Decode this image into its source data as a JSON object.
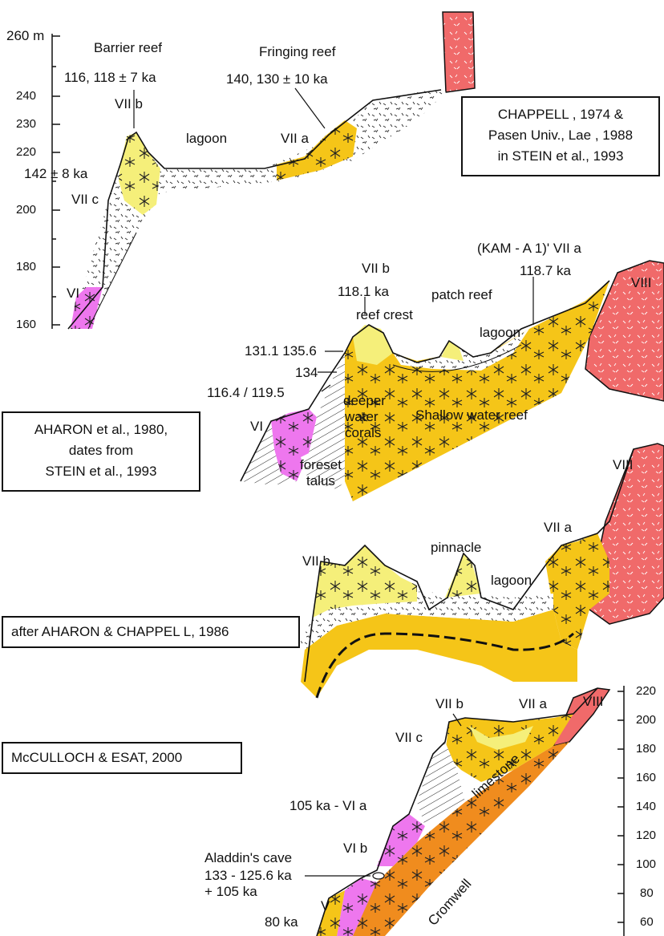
{
  "colors": {
    "yellow_reef": "#f5ef7a",
    "orange_reef": "#f5c518",
    "deep_orange": "#f08c1e",
    "pink_unit": "#ee77ee",
    "red_unit": "#f06a6a",
    "sediment": "#ffffff"
  },
  "panel1": {
    "axis_unit_label": "260 m",
    "axis_ticks": [
      "240",
      "230",
      "220",
      "200",
      "180",
      "160"
    ],
    "barrier_reef": "Barrier reef",
    "barrier_dates": "116,  118 ± 7 ka",
    "fringing_reef": "Fringing  reef",
    "fringing_dates": "140,  130 ± 10  ka",
    "vii_b": "VII b",
    "lagoon": "lagoon",
    "vii_a": "VII a",
    "date_142": "142 ± 8  ka",
    "vii_c": "VII c",
    "vi": "VI",
    "source_line1": "CHAPPELL , 1974 &",
    "source_line2": "Pasen Univ., Lae , 1988",
    "source_line3": "in STEIN  et al., 1993"
  },
  "panel2": {
    "kam": "(KAM - A 1)' VII a",
    "date_118_7": "118.7  ka",
    "vii_b": "VII b",
    "date_118_1": "118.1  ka",
    "reef_crest": "reef crest",
    "patch_reef": "patch reef",
    "viii": "VIII",
    "lagoon": "lagoon",
    "dates_131": "131.1  135.6",
    "date_134": "134",
    "dates_116": "116.4 / 119.5",
    "deeper": "deeper",
    "water": "water",
    "corals": "corals",
    "shallow": "Shallow water reef",
    "vi": "VI",
    "foreset": "foreset",
    "talus": "talus",
    "source_line1": "AHARON  et al., 1980,",
    "source_line2": "dates from",
    "source_line3": "STEIN  et al., 1993"
  },
  "panel3": {
    "viii": "VIII",
    "vii_a": "VII a",
    "pinnacle": "pinnacle",
    "vii_b": "VII b",
    "lagoon": "lagoon",
    "source": "after AHARON  &  CHAPPEL L, 1986"
  },
  "panel4": {
    "viii": "VIII",
    "vii_b": "VII b",
    "vii_a": "VII a",
    "vii_c": "VII c",
    "source": "McCULLOCH & ESAT, 2000",
    "vi_a": "105 ka - VI a",
    "limestone": "limestone",
    "vi_b": "VI b",
    "cave": "Aladdin's cave",
    "cave_dates1": "133 -  125.6 ka",
    "cave_dates2": "+ 105 ka",
    "cromwell": "Cromwell",
    "v": "V",
    "date_80": "80 ka",
    "axis_ticks": [
      "220",
      "200",
      "180",
      "160",
      "140",
      "120",
      "100",
      "80",
      "60"
    ]
  }
}
